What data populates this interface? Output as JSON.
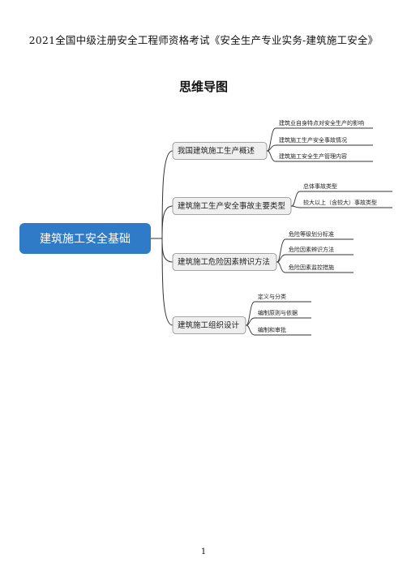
{
  "document": {
    "title": "2021全国中级注册安全工程师资格考试《安全生产专业实务-建筑施工安全》",
    "section_title": "思维导图",
    "page_number": "1"
  },
  "mindmap": {
    "root": "建筑施工安全基础",
    "branches": [
      {
        "label": "我国建筑施工生产概述",
        "children": [
          "建筑业自身特点对安全生产的影响",
          "建筑施工生产安全事故情况",
          "建筑施工安全生产管理内容"
        ]
      },
      {
        "label": "建筑施工生产安全事故主要类型",
        "children": [
          "总体事故类型",
          "较大以上（含较大）事故类型"
        ]
      },
      {
        "label": "建筑施工危险因素辨识方法",
        "children": [
          "危险等级划分标准",
          "危险因素辨识方法",
          "危险因素监控措施"
        ]
      },
      {
        "label": "建筑施工组织设计",
        "children": [
          "定义与分类",
          "编制原则与依据",
          "编制和审批"
        ]
      }
    ],
    "colors": {
      "root_fill": "#2f7bc8",
      "root_text": "#ffffff",
      "branch_fill": "#efefef",
      "branch_stroke": "#8a8a8a",
      "line": "#333333"
    }
  }
}
